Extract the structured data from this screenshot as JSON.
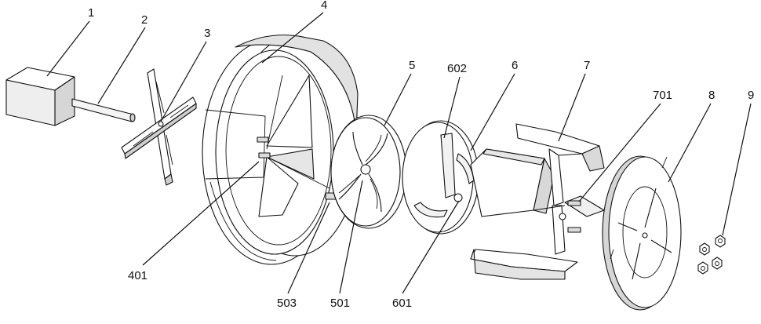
{
  "labels": {
    "l1": "1",
    "l2": "2",
    "l3": "3",
    "l4": "4",
    "l5": "5",
    "l602": "602",
    "l6": "6",
    "l7": "7",
    "l701": "701",
    "l8": "8",
    "l9": "9",
    "l401": "401",
    "l503": "503",
    "l501": "501",
    "l601": "601"
  },
  "colors": {
    "line": "#111111",
    "face": "#ffffff",
    "shade": "#dcdcdc",
    "dark": "#bdbdbd"
  }
}
